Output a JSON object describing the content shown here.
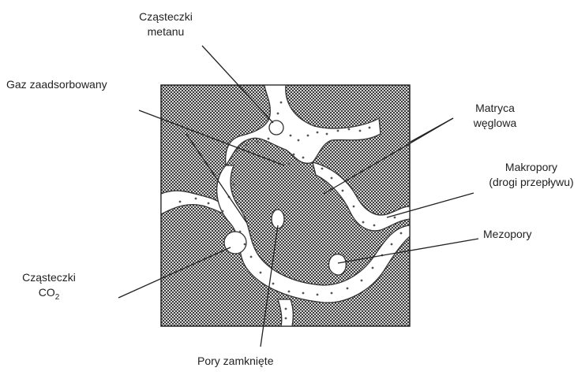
{
  "labels": {
    "methane_line1": "Cząsteczki",
    "methane_line2": "metanu",
    "adsorbed_gas": "Gaz zaadsorbowany",
    "matrix_line1": "Matryca",
    "matrix_line2": "węglowa",
    "macropores_line1": "Makropory",
    "macropores_line2": "(drogi przepływu)",
    "mesopores": "Mezopory",
    "co2_line1": "Cząsteczki",
    "co2_line2": "CO",
    "co2_sub": "2",
    "closed_pores": "Pory zamknięte"
  },
  "colors": {
    "matrix_dark": "#3c3c3c",
    "matrix_light": "#d8d8d8",
    "pore": "#ffffff",
    "line": "#222222"
  }
}
